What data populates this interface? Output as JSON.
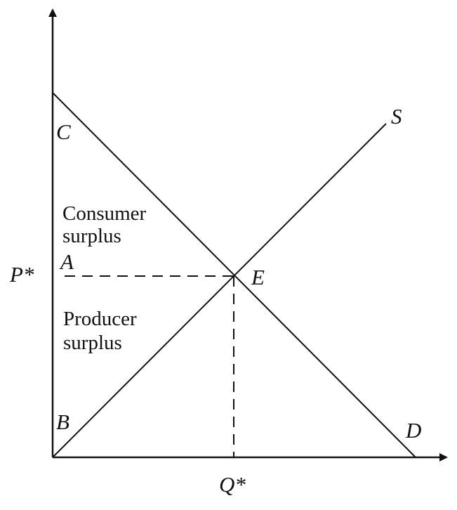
{
  "diagram": {
    "labels": {
      "c": "C",
      "a": "A",
      "p_star": "P*",
      "b": "B",
      "e": "E",
      "s": "S",
      "d": "D",
      "q_star": "Q*"
    },
    "regions": {
      "consumer_surplus": [
        "Consumer",
        "surplus"
      ],
      "producer_surplus": [
        "Producer",
        "surplus"
      ]
    },
    "colors": {
      "line": "#111111",
      "background": "#ffffff"
    }
  }
}
